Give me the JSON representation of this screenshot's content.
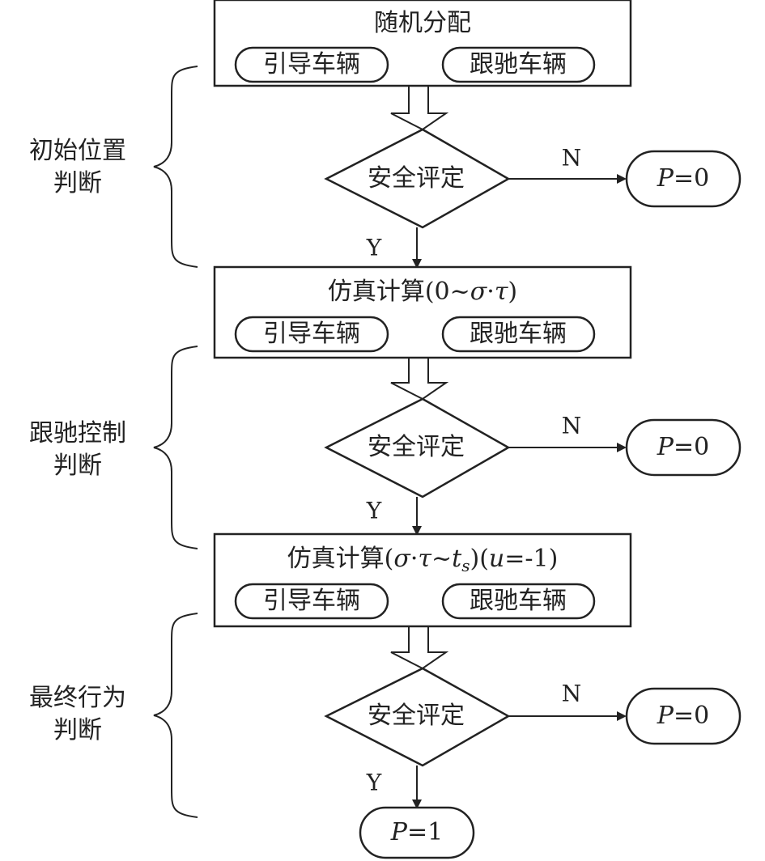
{
  "stages": [
    {
      "side_label": [
        "初始位置",
        "判断"
      ],
      "process": {
        "title_parts": [
          {
            "text": "随机分配",
            "italic": false
          }
        ]
      },
      "pill_left": "引导车辆",
      "pill_right": "跟驰车辆",
      "decision": "安全评定",
      "no_label": "N",
      "yes_label": "Y",
      "no_result": {
        "var": "P",
        "eq": "=0"
      }
    },
    {
      "side_label": [
        "跟驰控制",
        "判断"
      ],
      "process": {
        "title_parts": [
          {
            "text": "仿真计算(0~",
            "italic": false
          },
          {
            "text": "σ",
            "italic": true
          },
          {
            "text": "·",
            "italic": false
          },
          {
            "text": "τ",
            "italic": true
          },
          {
            "text": ")",
            "italic": false
          }
        ]
      },
      "pill_left": "引导车辆",
      "pill_right": "跟驰车辆",
      "decision": "安全评定",
      "no_label": "N",
      "yes_label": "Y",
      "no_result": {
        "var": "P",
        "eq": "=0"
      }
    },
    {
      "side_label": [
        "最终行为",
        "判断"
      ],
      "process": {
        "title_parts": [
          {
            "text": "仿真计算(",
            "italic": false
          },
          {
            "text": "σ",
            "italic": true
          },
          {
            "text": "·",
            "italic": false
          },
          {
            "text": "τ",
            "italic": true
          },
          {
            "text": "~",
            "italic": false
          },
          {
            "text": "t",
            "italic": true
          },
          {
            "text": "s",
            "italic": true,
            "sub": true
          },
          {
            "text": ")(",
            "italic": false
          },
          {
            "text": "u",
            "italic": true
          },
          {
            "text": "=-1)",
            "italic": false
          }
        ]
      },
      "pill_left": "引导车辆",
      "pill_right": "跟驰车辆",
      "decision": "安全评定",
      "no_label": "N",
      "yes_label": "Y",
      "no_result": {
        "var": "P",
        "eq": "=0"
      }
    }
  ],
  "final_result": {
    "var": "P",
    "eq": "=1"
  }
}
